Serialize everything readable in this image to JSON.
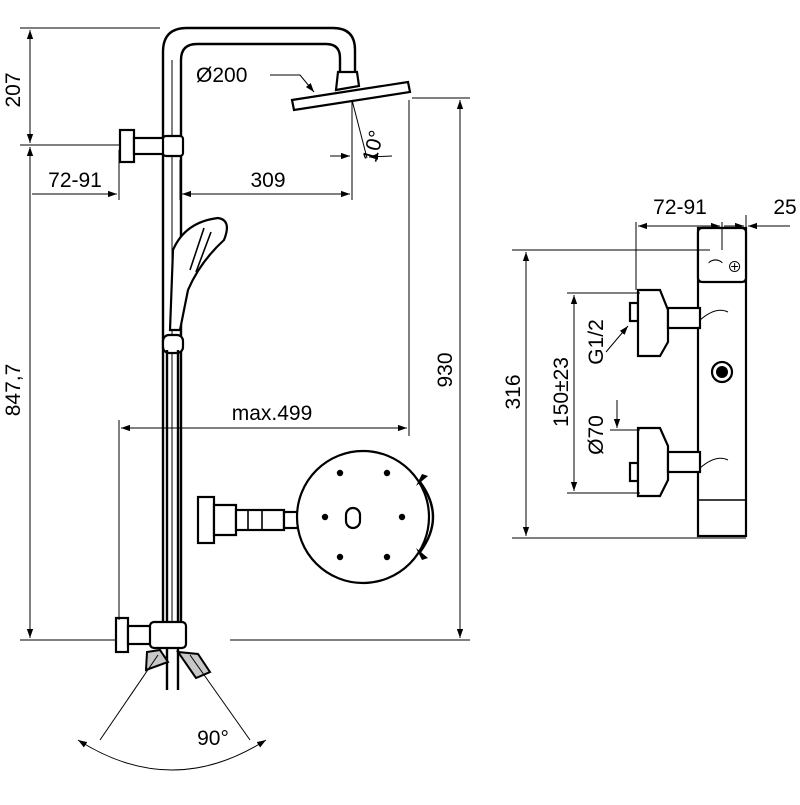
{
  "dimensions": {
    "head_height": "207",
    "wall_clearance_left": "72-91",
    "arm_reach": "309",
    "head_diameter": "Ø200",
    "head_tilt": "10°",
    "total_left": "847,7",
    "total_height": "930",
    "max_reach": "max.499",
    "swivel_angle": "90°",
    "mixer_height": "316",
    "connection_spacing": "150±23",
    "thread": "G1/2",
    "flange_diameter": "Ø70",
    "mixer_depth": "72-91",
    "mixer_offset": "25"
  },
  "colors": {
    "line": "#000000",
    "fill": "#ffffff",
    "shade": "#c8c8c8"
  }
}
